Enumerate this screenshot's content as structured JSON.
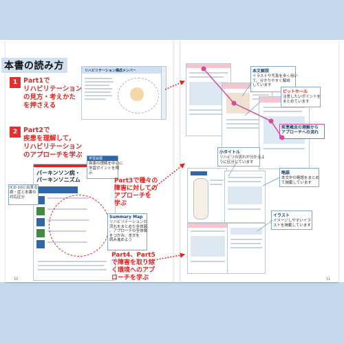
{
  "title": "本書の読み方",
  "steps": [
    {
      "num": "1",
      "text": "Part1で\nリハビリテーション\nの見方・考えかた\nを押さえる"
    },
    {
      "num": "2",
      "text": "Part2で\n疾患を理解して，\nリハビリテーション\nのアプローチを学ぶ"
    }
  ],
  "preview_team": {
    "title": "リハビリテーション構成メンバー"
  },
  "chapter": {
    "title": "パーキンソン病・\nパーキンソニズム"
  },
  "note_icd": "ICD-10に出来る\n病・症と本書の\n対応区分",
  "note_keypoint": {
    "label": "学習目標",
    "text": "疾患の理解を中心に\n学習ポイントを明\n示"
  },
  "summary_map": {
    "title": "Summary Map",
    "text": "リハビリテーションの\n流れをまとめた全体図\n。アプローチの全体像\nをつかみ、本文を\n読み進めよう"
  },
  "part3_text": "Part3で種々の\n障害に対しての\nアプローチを\n学ぶ",
  "part45_text": "Part4、Part5\nで障害を取り除\nく環境へのアプ\nローチを学ぶ",
  "callouts": {
    "honbun": {
      "title": "本文解説",
      "text": "イラストや写真を多く用い\nて、分かりやすく解説\nしています"
    },
    "pitfall": {
      "title": "ピットホール",
      "text": "注意したいポイントを\nまとめています"
    },
    "approach": {
      "title": "疾患概念の理解から\nアプローチへの流れ"
    },
    "subtitle": {
      "title": "小タイトル",
      "text": "リハビリの流れが分かるよ\nうに区分しています"
    },
    "memo": {
      "title": "略語",
      "text": "本文中の略語をまとめ\nて掲載しています"
    },
    "illust": {
      "title": "イラスト",
      "text": "イメージしやすいイラ\nストを掲載しています"
    }
  },
  "page_numbers": {
    "left": "10",
    "right": "11"
  }
}
